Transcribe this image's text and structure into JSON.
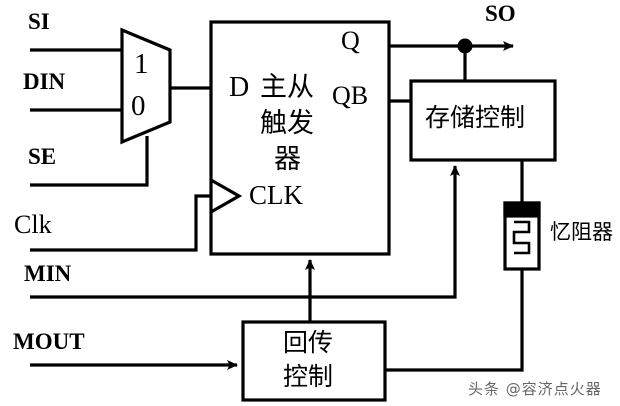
{
  "figure": {
    "type": "circuit-block-diagram",
    "background_color": "#ffffff",
    "line_color": "#000000"
  },
  "inputs": {
    "si": "SI",
    "din": "DIN",
    "se": "SE",
    "clk": "Clk",
    "min": "MIN",
    "mout": "MOUT"
  },
  "outputs": {
    "so": "SO"
  },
  "mux": {
    "port_1": "1",
    "port_0": "0"
  },
  "flipflop": {
    "d_label": "D",
    "name_line1": "主从",
    "name_line2": "触发",
    "name_line3": "器",
    "clk_label": "CLK",
    "q_label": "Q",
    "qb_label": "QB"
  },
  "storage_control": {
    "label": "存储控制"
  },
  "feedback_control": {
    "line1": "回传",
    "line2": "控制"
  },
  "memristor": {
    "label": "忆阻器"
  },
  "watermark": {
    "text": "头条 @容济点火器"
  }
}
